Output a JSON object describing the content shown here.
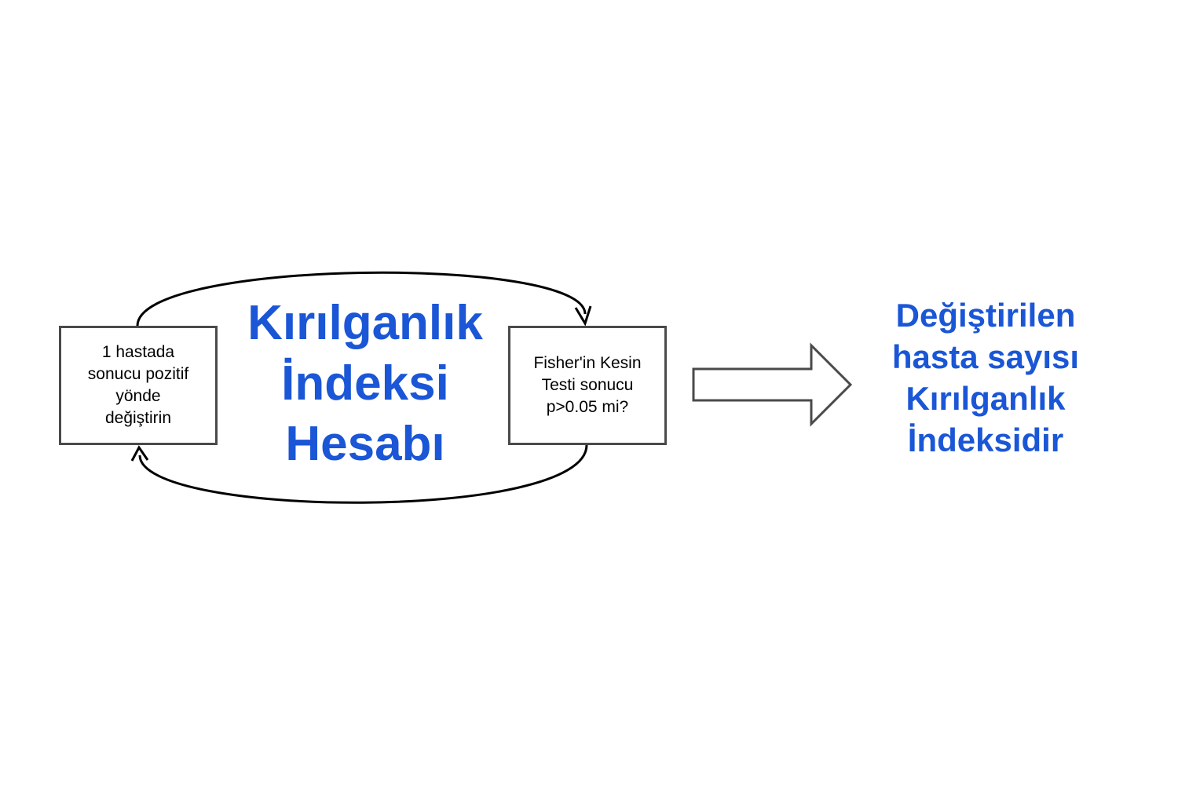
{
  "diagram": {
    "left_box": {
      "lines": [
        "1 hastada",
        "sonucu pozitif",
        "yönde",
        "değiştirin"
      ]
    },
    "right_box": {
      "lines": [
        "Fisher'in Kesin",
        "Testi sonucu",
        "p>0.05 mi?"
      ]
    },
    "center_title": {
      "lines": [
        "Kırılganlık",
        "İndeksi",
        "Hesabı"
      ]
    },
    "result": {
      "lines": [
        "Değiştirilen",
        "hasta sayısı",
        "Kırılganlık",
        "İndeksidir"
      ]
    }
  },
  "colors": {
    "title_blue": "#1a56d6",
    "stroke": "#000000",
    "box_border": "#4a4a4a"
  }
}
